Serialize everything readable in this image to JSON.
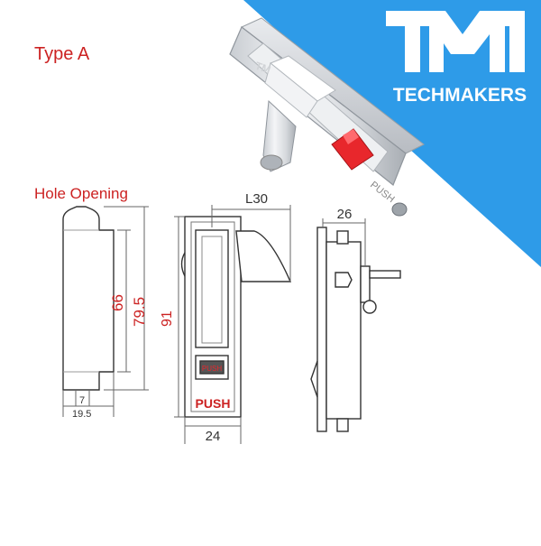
{
  "title": "Type A",
  "subtitle": "Hole Opening",
  "brand": {
    "name": "TECHMAKERS",
    "logo_letters": "TM",
    "banner_color": "#2e9be8",
    "logo_color": "#ffffff"
  },
  "colors": {
    "label_red": "#cc2222",
    "drawing_line": "#333333",
    "dimension_line": "#666666",
    "push_button_red": "#e8272c"
  },
  "product_photo": {
    "button_text": "PUSH",
    "stamp_text": "TM"
  },
  "hole_opening": {
    "height_inner": "66",
    "height_outer": "79.5",
    "width_slot": "7",
    "width_total": "19.5"
  },
  "front_view": {
    "height": "91",
    "handle_length": "L30",
    "width": "24",
    "push_label": "PUSH"
  },
  "side_view": {
    "depth": "26"
  }
}
